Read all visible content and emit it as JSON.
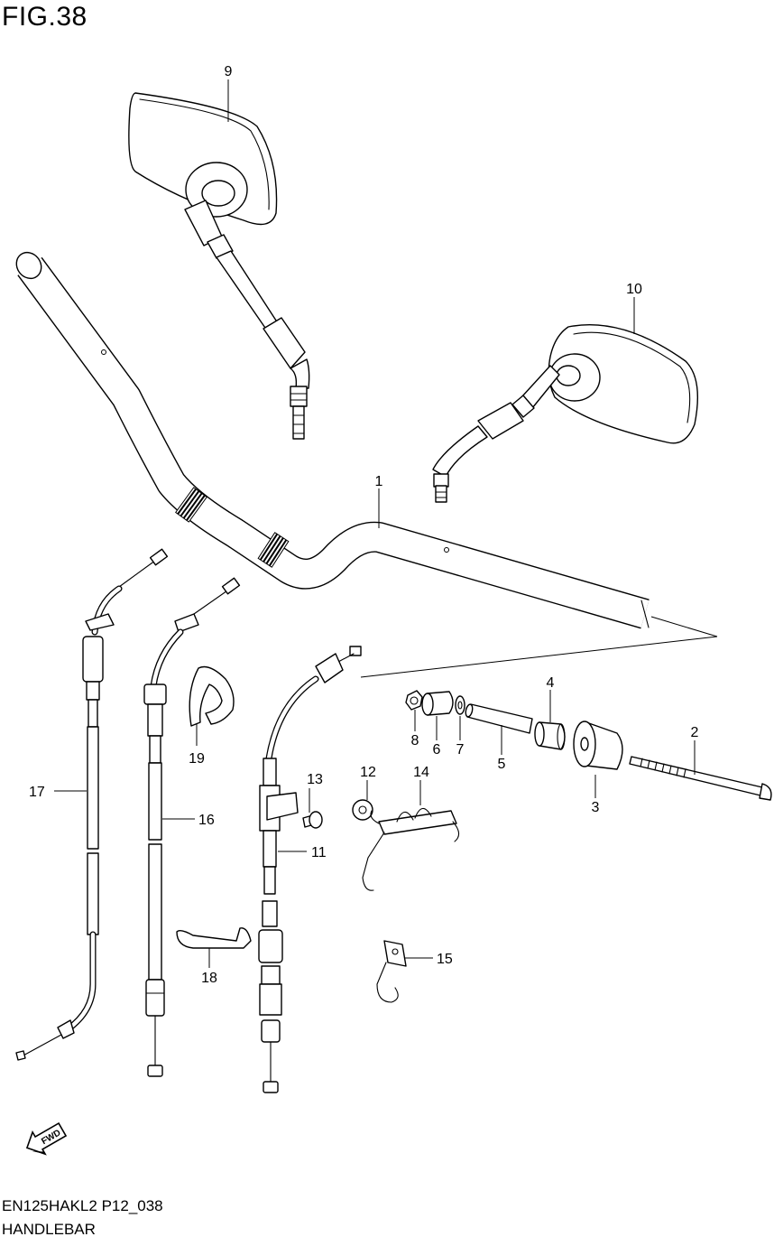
{
  "figure": {
    "title": "FIG.38"
  },
  "footer": {
    "model_code": "EN125HAKL2 P12_038",
    "section_name": "HANDLEBAR"
  },
  "fwd_badge": {
    "text": "FWD"
  },
  "callouts": [
    {
      "id": "1",
      "label": "1"
    },
    {
      "id": "2",
      "label": "2"
    },
    {
      "id": "3",
      "label": "3"
    },
    {
      "id": "4",
      "label": "4"
    },
    {
      "id": "5",
      "label": "5"
    },
    {
      "id": "6",
      "label": "6"
    },
    {
      "id": "7",
      "label": "7"
    },
    {
      "id": "8",
      "label": "8"
    },
    {
      "id": "9",
      "label": "9"
    },
    {
      "id": "10",
      "label": "10"
    },
    {
      "id": "11",
      "label": "11"
    },
    {
      "id": "12",
      "label": "12"
    },
    {
      "id": "13",
      "label": "13"
    },
    {
      "id": "14",
      "label": "14"
    },
    {
      "id": "15",
      "label": "15"
    },
    {
      "id": "16",
      "label": "16"
    },
    {
      "id": "17",
      "label": "17"
    },
    {
      "id": "18",
      "label": "18"
    },
    {
      "id": "19",
      "label": "19"
    }
  ]
}
